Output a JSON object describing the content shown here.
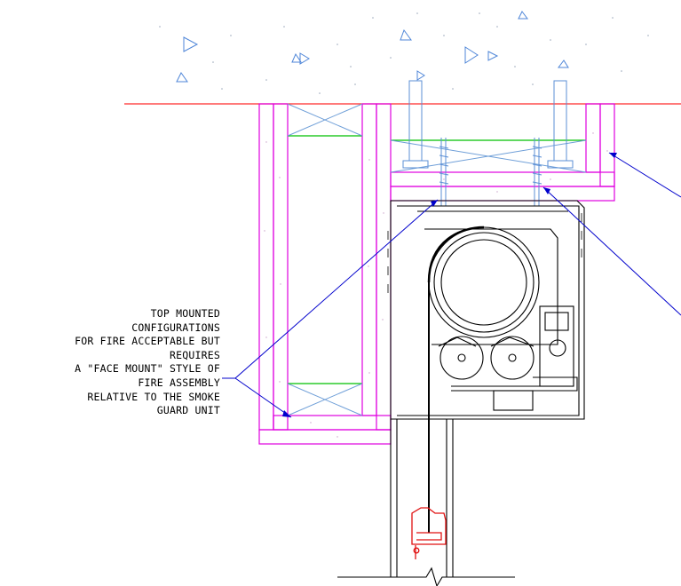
{
  "annotation": {
    "lines": [
      "TOP MOUNTED",
      "CONFIGURATIONS",
      "FOR FIRE ACCEPTABLE BUT",
      "REQUIRES",
      "A \"FACE MOUNT\" STYLE OF",
      "FIRE ASSEMBLY",
      "RELATIVE TO THE SMOKE",
      "GUARD UNIT"
    ]
  },
  "colors": {
    "ceiling_line": "#ff2a2a",
    "fire_board": "#e000e0",
    "wood_blocking": "#00c000",
    "anchors": "#5b8fd6",
    "leader_lines": "#0000cc",
    "bottom_bar": "#e01010",
    "housing": "#000000",
    "concrete_marks": "#4f86d8"
  }
}
